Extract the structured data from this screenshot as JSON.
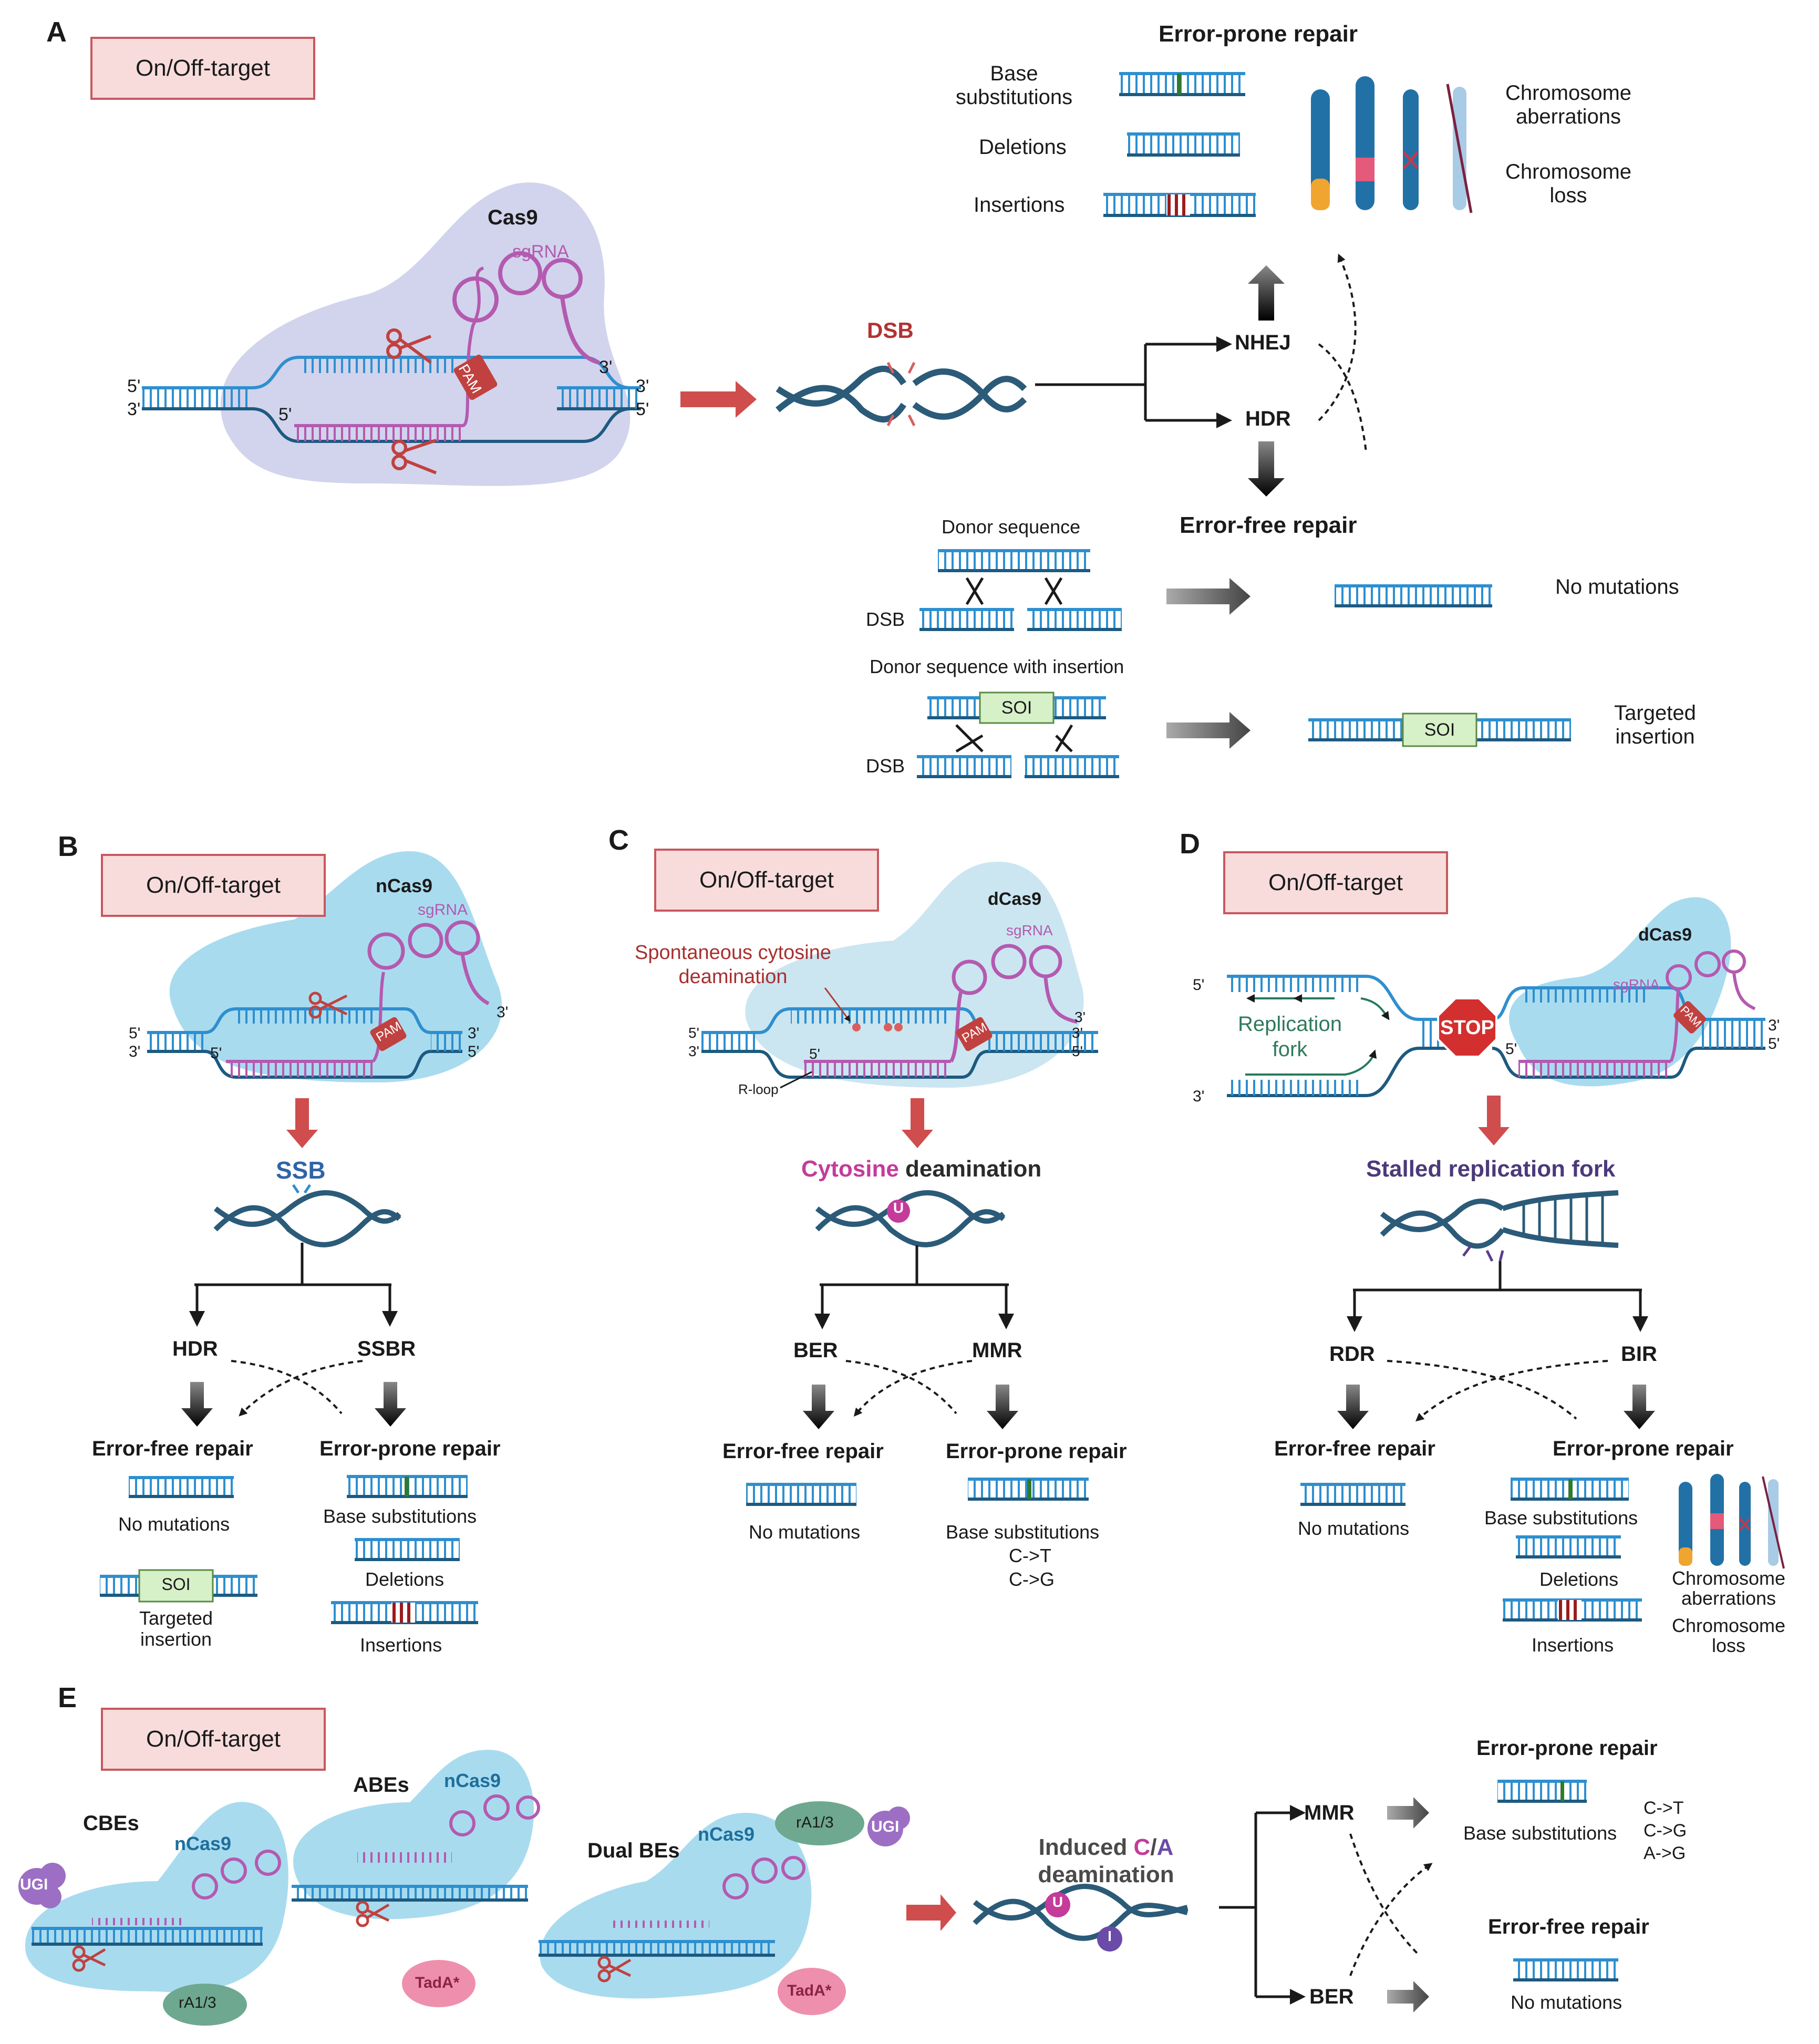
{
  "panels": {
    "A": {
      "letter": "A",
      "tag": "On/Off-target",
      "cas": "Cas9",
      "sgrna": "sgRNA",
      "pam": "PAM",
      "five1": "5'",
      "three1": "3'",
      "three2": "3'",
      "five2": "5'",
      "three3": "3'",
      "five3": "5'",
      "rna5": "5'",
      "rna3": "3'",
      "dsb": "DSB",
      "nhej": "NHEJ",
      "hdr": "HDR",
      "prone": {
        "title": "Error-prone repair",
        "base1": "Base",
        "base2": "substitutions",
        "deletions": "Deletions",
        "insertions": "Insertions",
        "chr_ab1": "Chromosome",
        "chr_ab2": "aberrations",
        "chr_loss1": "Chromosome",
        "chr_loss2": "loss"
      },
      "free": {
        "title": "Error-free repair",
        "donor": "Donor sequence",
        "dsb1": "DSB",
        "no_mut": "No mutations",
        "donor_ins": "Donor sequence with insertion",
        "soi1": "SOI",
        "dsb2": "DSB",
        "soi2": "SOI",
        "targeted1": "Targeted",
        "targeted2": "insertion"
      }
    },
    "B": {
      "letter": "B",
      "tag": "On/Off-target",
      "cas": "nCas9",
      "sgrna": "sgRNA",
      "pam": "PAM",
      "ssb": "SSB",
      "hdr": "HDR",
      "ssbr": "SSBR",
      "free_title": "Error-free repair",
      "no_mut": "No mutations",
      "soi": "SOI",
      "targeted1": "Targeted",
      "targeted2": "insertion",
      "prone_title": "Error-prone repair",
      "base_sub": "Base substitutions",
      "deletions": "Deletions",
      "insertions": "Insertions",
      "e5a": "5'",
      "e3a": "3'",
      "e3b": "3'",
      "e5b": "5'",
      "r5": "5'",
      "r3": "3'"
    },
    "C": {
      "letter": "C",
      "tag": "On/Off-target",
      "cas": "dCas9",
      "sgrna": "sgRNA",
      "pam": "PAM",
      "spont1": "Spontaneous cytosine",
      "spont2": "deamination",
      "rloop": "R-loop",
      "cyt": "Cytosine",
      "deam": " deamination",
      "u": "U",
      "ber": "BER",
      "mmr": "MMR",
      "free_title": "Error-free repair",
      "no_mut": "No mutations",
      "prone_title": "Error-prone repair",
      "base_sub": "Base substitutions",
      "ct": "C->T",
      "cg": "C->G",
      "e5a": "5'",
      "e3a": "3'",
      "e3b": "3'",
      "e5b": "5'",
      "r5": "5'",
      "r3": "3'"
    },
    "D": {
      "letter": "D",
      "tag": "On/Off-target",
      "cas": "dCas9",
      "sgrna": "sgRNA",
      "pam": "PAM",
      "stop": "STOP",
      "rep1": "Replication",
      "rep2": "fork",
      "stalled": "Stalled replication fork",
      "rdr": "RDR",
      "bir": "BIR",
      "free_title": "Error-free repair",
      "no_mut": "No mutations",
      "prone_title": "Error-prone repair",
      "base_sub": "Base substitutions",
      "deletions": "Deletions",
      "insertions": "Insertions",
      "chr_ab1": "Chromosome",
      "chr_ab2": "aberrations",
      "chr_loss1": "Chromosome",
      "chr_loss2": "loss",
      "e5a": "5'",
      "e3a": "3'",
      "e3b": "3'",
      "e5b": "5'",
      "r5": "5'"
    },
    "E": {
      "letter": "E",
      "tag": "On/Off-target",
      "cbes": "CBEs",
      "abes": "ABEs",
      "dual": "Dual BEs",
      "ncas1": "nCas9",
      "ncas2": "nCas9",
      "ncas3": "nCas9",
      "ugi1": "UGI",
      "ugi2": "UGI",
      "ra1": "rA1/3",
      "ra2": "rA1/3",
      "tada1": "TadA*",
      "tada2": "TadA*",
      "induced": "Induced ",
      "ic": "C",
      "slash": "/",
      "ia": "A",
      "deam": "deamination",
      "u": "U",
      "i": "I",
      "mmr": "MMR",
      "ber": "BER",
      "prone_title": "Error-prone repair",
      "base_sub": "Base substitutions",
      "ct": "C->T",
      "cg": "C->G",
      "ag": "A->G",
      "free_title": "Error-free repair",
      "no_mut": "No mutations"
    }
  },
  "colors": {
    "dna": "#2e8fcf",
    "dna_dark": "#1d5a80",
    "helix": "#2b5b78",
    "rna": "#b45ab0",
    "red_arrow": "#cf4d4d",
    "cas_blob_A": "#c9cde9",
    "cas_blob": "#a9dbef",
    "pam": "#c0413f",
    "soi": "#d6f0c8"
  }
}
